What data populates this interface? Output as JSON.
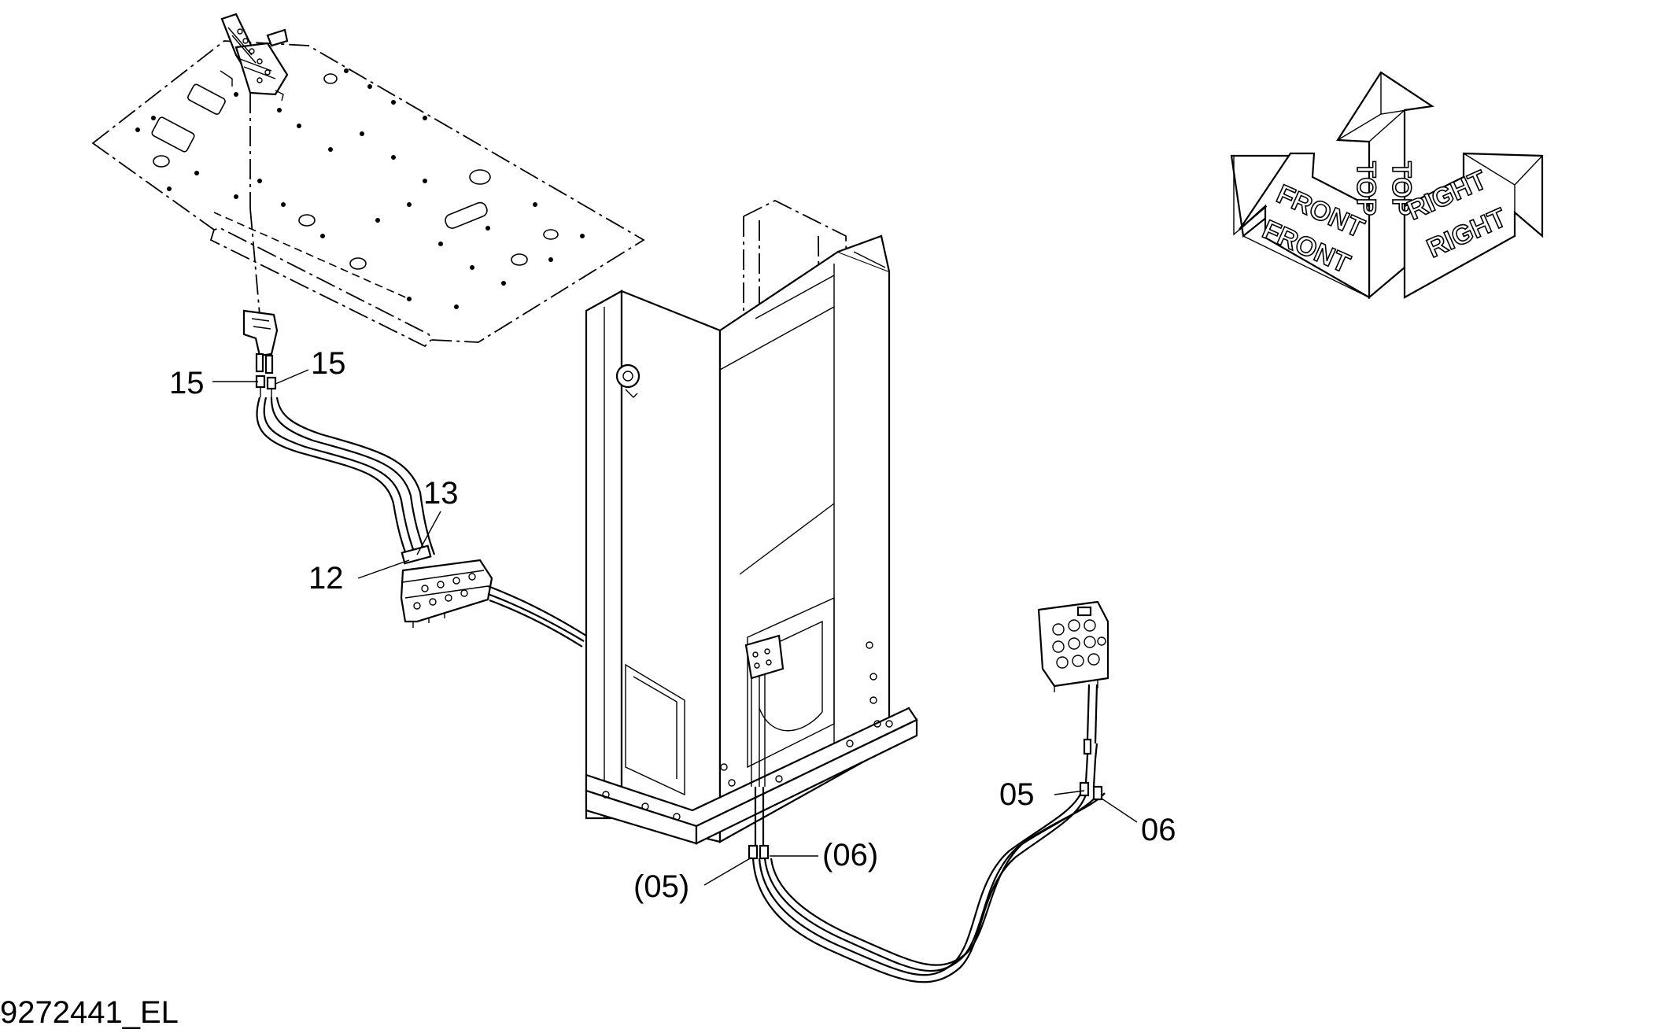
{
  "callouts": {
    "c15a": "15",
    "c15b": "15",
    "c13": "13",
    "c12": "12",
    "c05": "05",
    "c06": "06",
    "c05p": "(05)",
    "c06p": "(06)"
  },
  "orientation": {
    "front_top": "FRONT",
    "front_bottom": "FRONT",
    "top_left": "TOP",
    "top_right": "TOP",
    "right_top": "RIGHT",
    "right_bottom": "RIGHT"
  },
  "drawing_number": "9272441_EL"
}
